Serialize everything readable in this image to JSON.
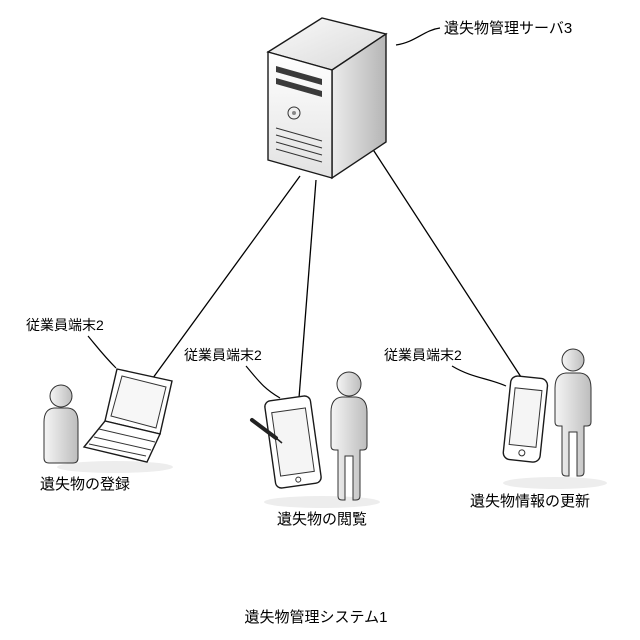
{
  "figure": {
    "system_caption": "遺失物管理システム1",
    "server": {
      "label": "遺失物管理サーバ3",
      "icon": "server-tower-icon"
    },
    "terminals": [
      {
        "label": "従業員端末2",
        "caption": "遺失物の登録",
        "icon": "laptop-icon",
        "user_icon": "person-icon"
      },
      {
        "label": "従業員端末2",
        "caption": "遺失物の閲覧",
        "icon": "tablet-icon",
        "user_icon": "person-icon"
      },
      {
        "label": "従業員端末2",
        "caption": "遺失物情報の更新",
        "icon": "smartphone-icon",
        "user_icon": "person-icon"
      }
    ]
  }
}
